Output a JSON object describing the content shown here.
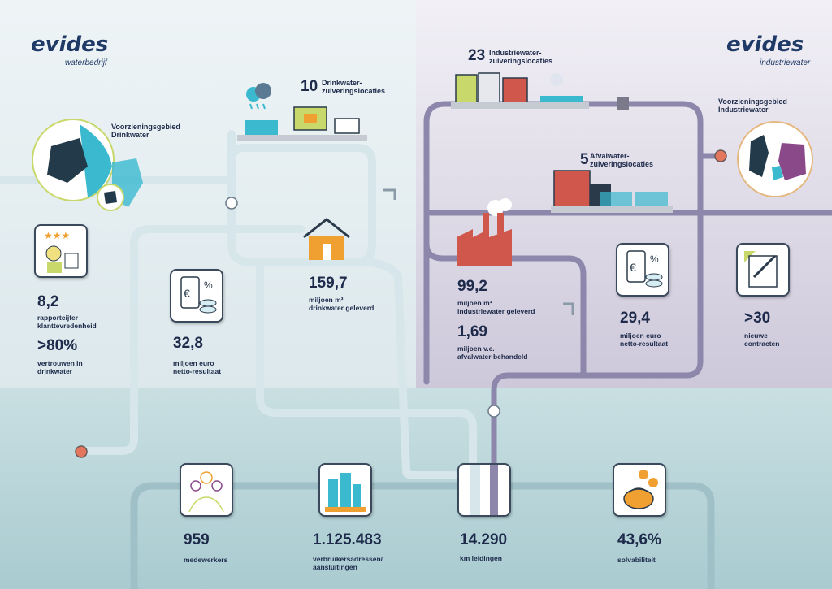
{
  "logos": {
    "left": {
      "brand": "evides",
      "sub": "waterbedrijf"
    },
    "right": {
      "brand": "evides",
      "sub": "industriewater"
    }
  },
  "drinkwater": {
    "region_label": "Voorzieningsgebied\nDrinkwater",
    "plants_count": "10",
    "plants_label": "Drinkwater-\nzuiveringslocaties",
    "delivered_value": "159,7",
    "delivered_label": "miljoen m³\ndrinkwater geleverd",
    "satisfaction_value": "8,2",
    "satisfaction_label": "rapportcijfer\nklanttevredenheid",
    "trust_value": ">80%",
    "trust_label": "vertrouwen in\ndrinkwater",
    "result_value": "32,8",
    "result_label": "miljoen euro\nnetto-resultaat"
  },
  "industriewater": {
    "plants_count": "23",
    "plants_label": "Industriewater-\nzuiveringslocaties",
    "region_label": "Voorzieningsgebied\nIndustriewater",
    "waste_count": "5",
    "waste_label": "Afvalwater-\nzuiveringslocaties",
    "delivered_value": "99,2",
    "delivered_label": "miljoen m³\nindustriewater geleverd",
    "waste_value": "1,69",
    "waste_label_value": "miljoen v.e.\nafvalwater behandeld",
    "result_value": "29,4",
    "result_label": "miljoen euro\nnetto-resultaat",
    "contracts_value": ">30",
    "contracts_label": "nieuwe\ncontracten"
  },
  "bottom": {
    "employees_value": "959",
    "employees_label": "medewerkers",
    "addresses_value": "1.125.483",
    "addresses_label": "verbruikersadressen/\naansluitingen",
    "pipes_value": "14.290",
    "pipes_label": "km leidingen",
    "solvency_value": "43,6%",
    "solvency_label": "solvabiliteit"
  },
  "colors": {
    "pipe_light": "#cfe1e6",
    "pipe_purple": "#8a86a8",
    "navy": "#1d2a4a",
    "accent_teal": "#2ab3c6",
    "accent_orange": "#f0a030",
    "factory_red": "#d0574b"
  },
  "icons": {
    "euro": "euro-phone-icon",
    "stars": "rating-stars-icon",
    "contract": "contract-pen-icon",
    "people": "people-icon",
    "buildings": "buildings-icon",
    "pipe": "pipe-icon",
    "purse": "purse-coins-icon"
  }
}
